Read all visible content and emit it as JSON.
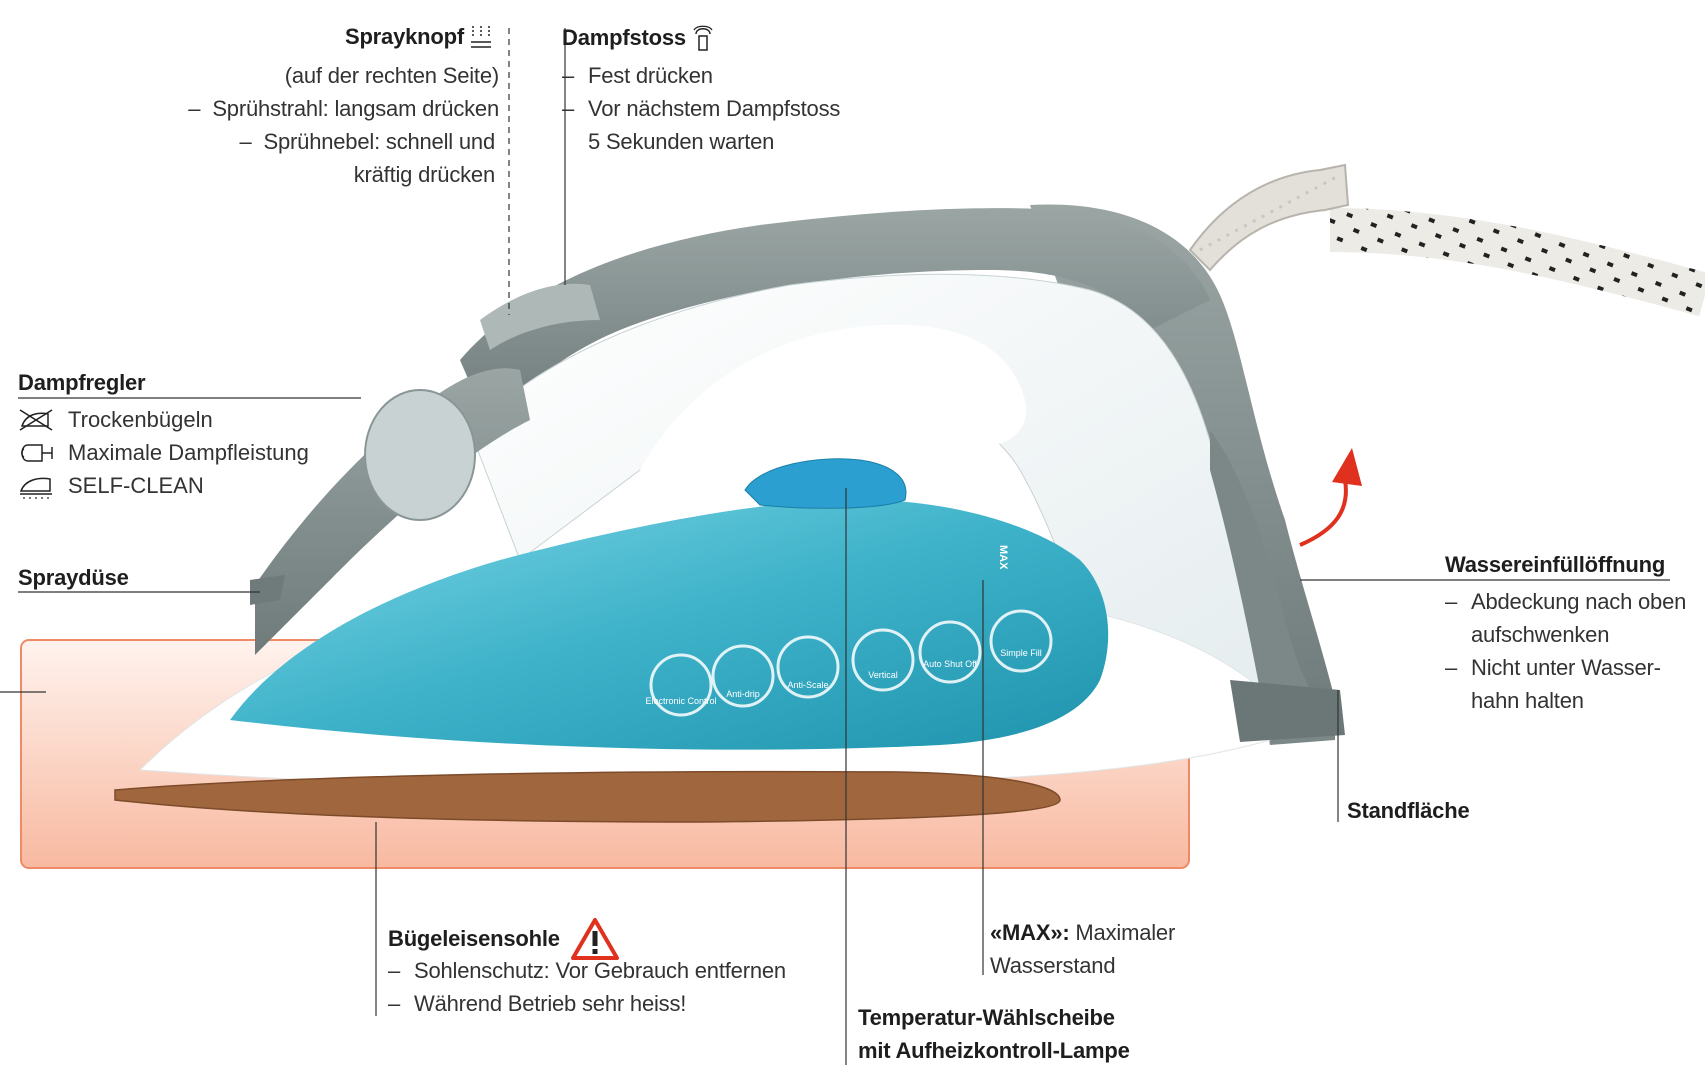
{
  "labels": {
    "sprayknopf": {
      "title": "Sprayknopf",
      "lines": [
        "(auf der rechten Seite)",
        "Sprühstrahl: langsam drücken",
        "Sprühnebel: schnell und",
        "kräftig drücken"
      ]
    },
    "dampfstoss": {
      "title": "Dampfstoss",
      "lines": [
        "Fest drücken",
        "Vor nächstem Dampfstoss",
        "5 Sekunden warten"
      ]
    },
    "dampfregler": {
      "title": "Dampfregler",
      "items": [
        {
          "icon": "dry-iron-icon",
          "text": "Trockenbügeln"
        },
        {
          "icon": "max-steam-icon",
          "text": "Maximale Dampfleistung"
        },
        {
          "icon": "self-clean-icon",
          "text": "SELF-CLEAN"
        }
      ]
    },
    "spraydüse": {
      "title": "Spraydüse"
    },
    "wasser": {
      "title": "Wassereinfüllöffnung",
      "lines": [
        "Abdeckung nach oben",
        "aufschwenken",
        "Nicht unter Wasser-",
        "hahn halten"
      ]
    },
    "standflaeche": {
      "title": "Standfläche"
    },
    "sohle": {
      "title": "Bügeleisensohle",
      "lines": [
        "Sohlenschutz: Vor Gebrauch entfernen",
        "Während Betrieb sehr heiss!"
      ]
    },
    "max": {
      "bold": "«MAX»:",
      "text": "Maximaler",
      "line2": "Wasserstand"
    },
    "temp": {
      "line1": "Temperatur-Wählscheibe",
      "line2": "mit Aufheizkontroll-Lampe"
    }
  },
  "dash": "–",
  "iron_badges": [
    "Electronic Control",
    "Anti-drip",
    "Anti-Scale",
    "Vertical",
    "Auto Shut Off",
    "Simple Fill"
  ],
  "iron_max_mark": "MAX",
  "colors": {
    "water_tank": "#3fb6cc",
    "body_grey": "#7f8c8b",
    "hot_zone": "#f6b49a",
    "arrow_red": "#e0301e",
    "warning_red": "#e0301e"
  }
}
